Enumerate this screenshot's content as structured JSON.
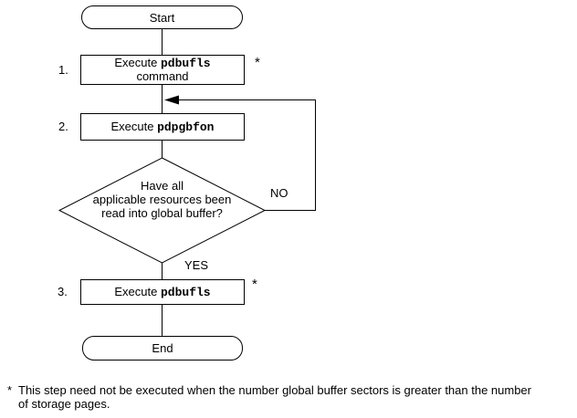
{
  "colors": {
    "line": "#000000",
    "background": "#ffffff",
    "text": "#000000"
  },
  "flowchart": {
    "start_label": "Start",
    "end_label": "End",
    "steps": [
      {
        "number": "1.",
        "prefix": "Execute ",
        "command": "pdbufls",
        "suffix": "command",
        "footnote_marker": "*"
      },
      {
        "number": "2.",
        "prefix": "Execute ",
        "command": "pdpgbfon"
      },
      {
        "number": "3.",
        "prefix": "Execute ",
        "command": "pdbufls",
        "footnote_marker": "*"
      }
    ],
    "decision": {
      "lines": [
        "Have all",
        "applicable resources been",
        "read into global buffer?"
      ],
      "no_label": "NO",
      "yes_label": "YES"
    }
  },
  "footnote": {
    "marker": "*",
    "lines": [
      "This step need not be executed when the number global buffer sectors is greater than the number",
      "of storage pages."
    ]
  }
}
